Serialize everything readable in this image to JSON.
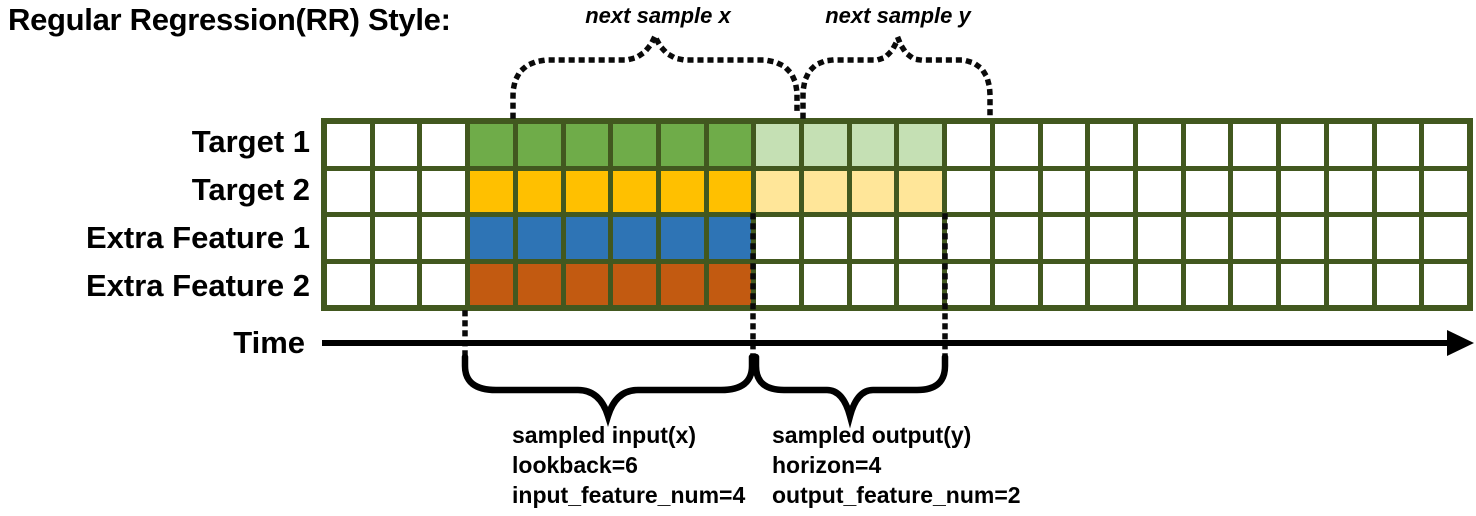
{
  "title": "Regular Regression(RR) Style:",
  "annotations": {
    "next_sample_x": "next sample x",
    "next_sample_y": "next sample y"
  },
  "grid": {
    "columns": 24,
    "input_start": 3,
    "input_len": 6,
    "output_len": 4,
    "border_color": "#42581f",
    "empty_color": "#ffffff",
    "rows": [
      {
        "label": "Target 1",
        "input_color": "#6fac49",
        "output_color": "#c5e0b4"
      },
      {
        "label": "Target 2",
        "input_color": "#ffc000",
        "output_color": "#ffe699"
      },
      {
        "label": "Extra Feature 1",
        "input_color": "#2e74b5",
        "output_color": null
      },
      {
        "label": "Extra Feature 2",
        "input_color": "#c25a11",
        "output_color": null
      }
    ]
  },
  "time_axis": {
    "label": "Time"
  },
  "input_block": {
    "lines": [
      "sampled input(x)",
      "lookback=6",
      "input_feature_num=4"
    ]
  },
  "output_block": {
    "lines": [
      "sampled output(y)",
      "horizon=4",
      "output_feature_num=2"
    ]
  }
}
